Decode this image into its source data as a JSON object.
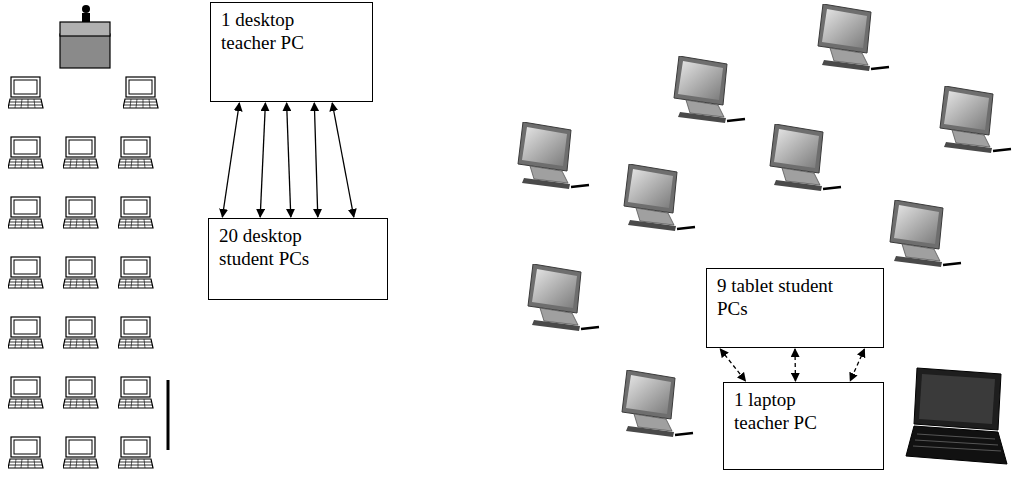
{
  "diagram": {
    "nodes": [
      {
        "text": [
          "1 desktop teacher PC"
        ]
      },
      {
        "text": [
          "20 desktop student PCs"
        ]
      },
      {
        "text": [
          "9 tablet student PCs"
        ]
      },
      {
        "text": [
          "1 laptop teacher PC"
        ]
      }
    ],
    "edges": [
      {
        "from": 0,
        "to": 1,
        "arrow": "both"
      },
      {
        "from": 0,
        "to": 1,
        "arrow": "both"
      },
      {
        "from": 0,
        "to": 1,
        "arrow": "both"
      },
      {
        "from": 0,
        "to": 1,
        "arrow": "both"
      },
      {
        "from": 0,
        "to": 1,
        "arrow": "both"
      },
      {
        "from": 2,
        "to": 3,
        "arrow": "both"
      },
      {
        "from": 2,
        "to": 3,
        "arrow": "both"
      },
      {
        "from": 2,
        "to": 3,
        "arrow": "both"
      }
    ]
  }
}
